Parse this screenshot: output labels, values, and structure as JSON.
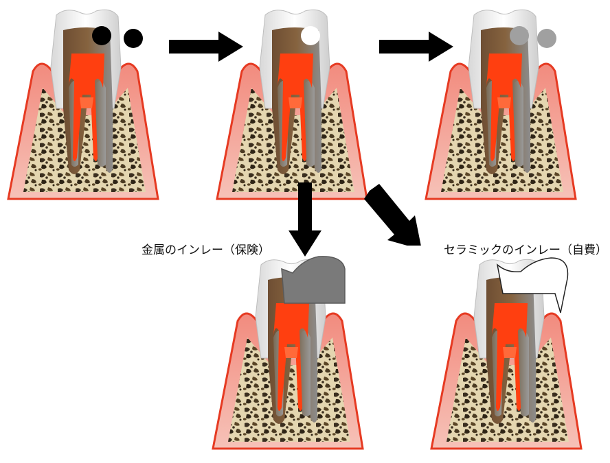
{
  "labels": {
    "metal_inlay": "金属のインレー（保険）",
    "ceramic_inlay": "セラミックのインレー（自費）"
  },
  "panels": [
    {
      "id": "decay",
      "cavity": "black-spots"
    },
    {
      "id": "prepared",
      "cavity": "white-spots"
    },
    {
      "id": "filled",
      "cavity": "gray-spots"
    },
    {
      "id": "metal-inlay",
      "restoration": "metal"
    },
    {
      "id": "ceramic-inlay",
      "restoration": "ceramic"
    }
  ],
  "colors": {
    "gum": "#f29a8c",
    "gum_edge": "#e63a22",
    "bone_dark": "#3a2e1f",
    "bone_light": "#e4d6b0",
    "enamel": "#f4f4f4",
    "dentin": "#7a5a3c",
    "pulp": "#ff3f10",
    "canal": "#8a7f6c",
    "metal": "#7a7a7a",
    "ceramic": "#ffffff",
    "arrow": "#000000"
  }
}
